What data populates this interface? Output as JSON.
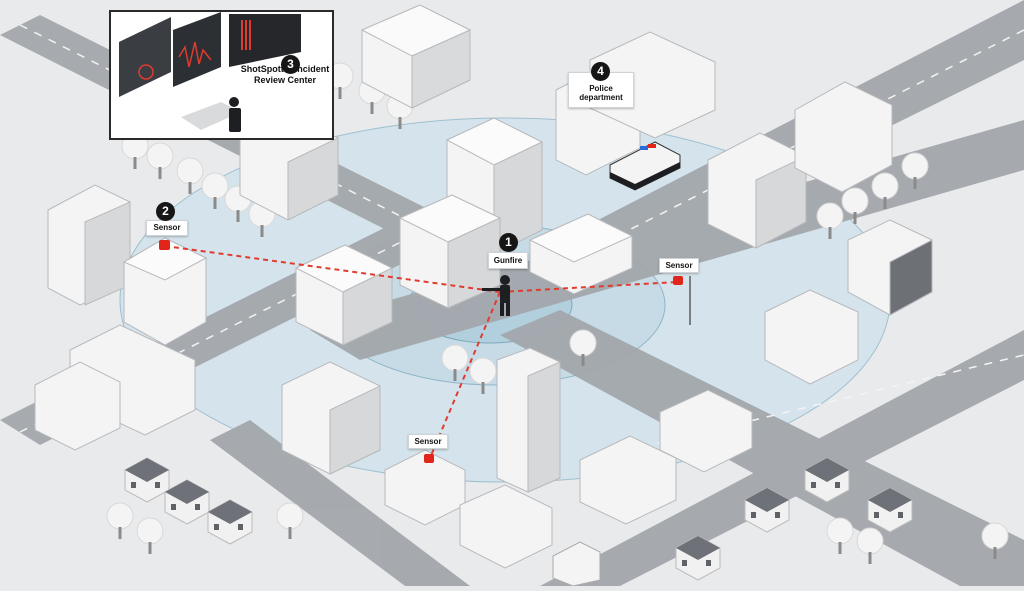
{
  "steps": [
    {
      "number": "1",
      "label": "Gunfire"
    },
    {
      "number": "2",
      "label": "Sensor"
    },
    {
      "number": "3",
      "label": "ShotSpotter Incident Review Center"
    },
    {
      "number": "4",
      "label": "Police department"
    }
  ],
  "sensors": [
    "Sensor",
    "Sensor"
  ],
  "colors": {
    "detection_line": "#e03b2f",
    "sensor_light": "#e1251b",
    "detection_zone": "#c8dde8",
    "road": "#9ea2a7",
    "background": "#e9eaec"
  },
  "icons": [
    "shooter-figure",
    "police-car",
    "analyst-figure",
    "sensor-device",
    "delivery-truck"
  ]
}
